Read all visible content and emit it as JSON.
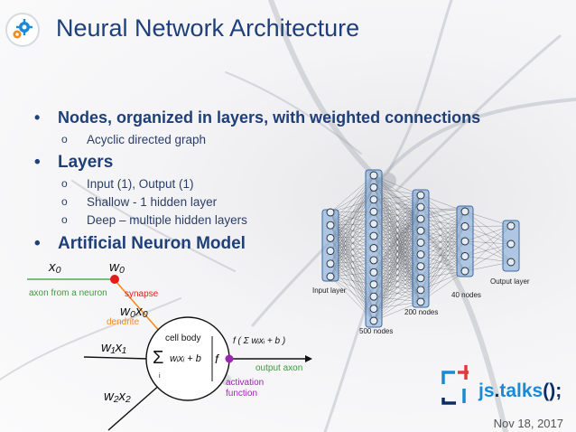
{
  "title": "Neural Network Architecture",
  "bullets": [
    {
      "label": "Nodes, organized in layers, with weighted connections"
    },
    {
      "label": "Layers"
    },
    {
      "label": "Artificial Neuron Model"
    }
  ],
  "sub_bullets": {
    "nodes": [
      "Acyclic directed graph"
    ],
    "layers": [
      "Input (1), Output (1)",
      "Shallow - 1 hidden layer",
      "Deep – multiple hidden layers"
    ]
  },
  "network_diagram": {
    "input_label": "Input layer",
    "hidden1_label": "500 nodes",
    "hidden2_label": "200 nodes",
    "hidden3_label": "40 nodes",
    "output_label": "Output layer"
  },
  "neuron_diagram": {
    "x0": "x₀",
    "w0": "w₀",
    "w0x0": "w₀x₀",
    "axon_label": "axon from a neuron",
    "synapse_label": "synapse",
    "dendrite_label": "dendrite",
    "cell_body_label": "cell body",
    "sum_formula": "wᵢxᵢ + b",
    "f_label": "f",
    "w1x1": "w₁x₁",
    "w2x2": "w₂x₂",
    "output_formula": "f ( Σ wᵢxᵢ + b )",
    "output_axon_label": "output axon",
    "activation_label_1": "activation",
    "activation_label_2": "function"
  },
  "brand": {
    "js": "js",
    "dot": ".",
    "talks": "talks",
    "paren": "();"
  },
  "date": "Nov 18, 2017",
  "colors": {
    "title": "#1e3f79",
    "brand_blue": "#1a8ad4",
    "brand_dark": "#0c2c66",
    "accent_orange": "#f28a1d"
  }
}
